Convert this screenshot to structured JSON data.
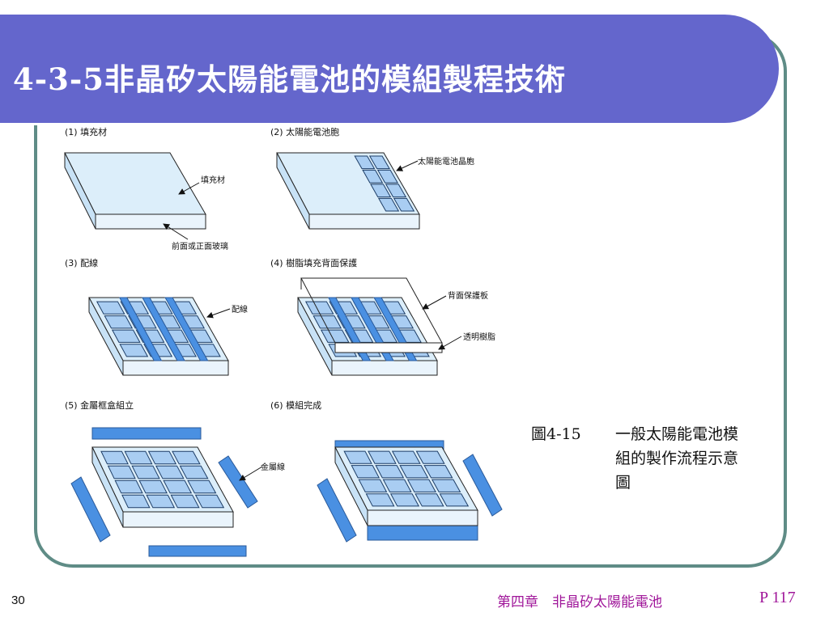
{
  "slide": {
    "title": "4-3-5非晶矽太陽能電池的模組製程技術",
    "page_number": "30",
    "footer_chapter": "第四章　非晶矽太陽能電池",
    "footer_page": "P 117"
  },
  "figure": {
    "steps": [
      {
        "label": "(1) 填充材",
        "callouts": [
          "填充材",
          "前面或正面玻璃"
        ]
      },
      {
        "label": "(2) 太陽能電池胞",
        "callouts": [
          "太陽能電池晶胞"
        ]
      },
      {
        "label": "(3) 配線",
        "callouts": [
          "配線"
        ]
      },
      {
        "label": "(4) 樹脂填充背面保護",
        "callouts": [
          "背面保護板",
          "透明樹脂"
        ]
      },
      {
        "label": "(5) 金屬框盒組立",
        "callouts": [
          "金屬線"
        ]
      },
      {
        "label": "(6) 模組完成",
        "callouts": []
      }
    ],
    "caption_number": "圖4-15",
    "caption_text": "一般太陽能電池模組的製作流程示意圖"
  },
  "colors": {
    "title_bar": "#6466cc",
    "frame_border": "#5f8c86",
    "panel_fill": "#dceefa",
    "cell_fill": "#a9cdf2",
    "wire_fill": "#4a90e2",
    "footer_text": "#a0179a"
  }
}
